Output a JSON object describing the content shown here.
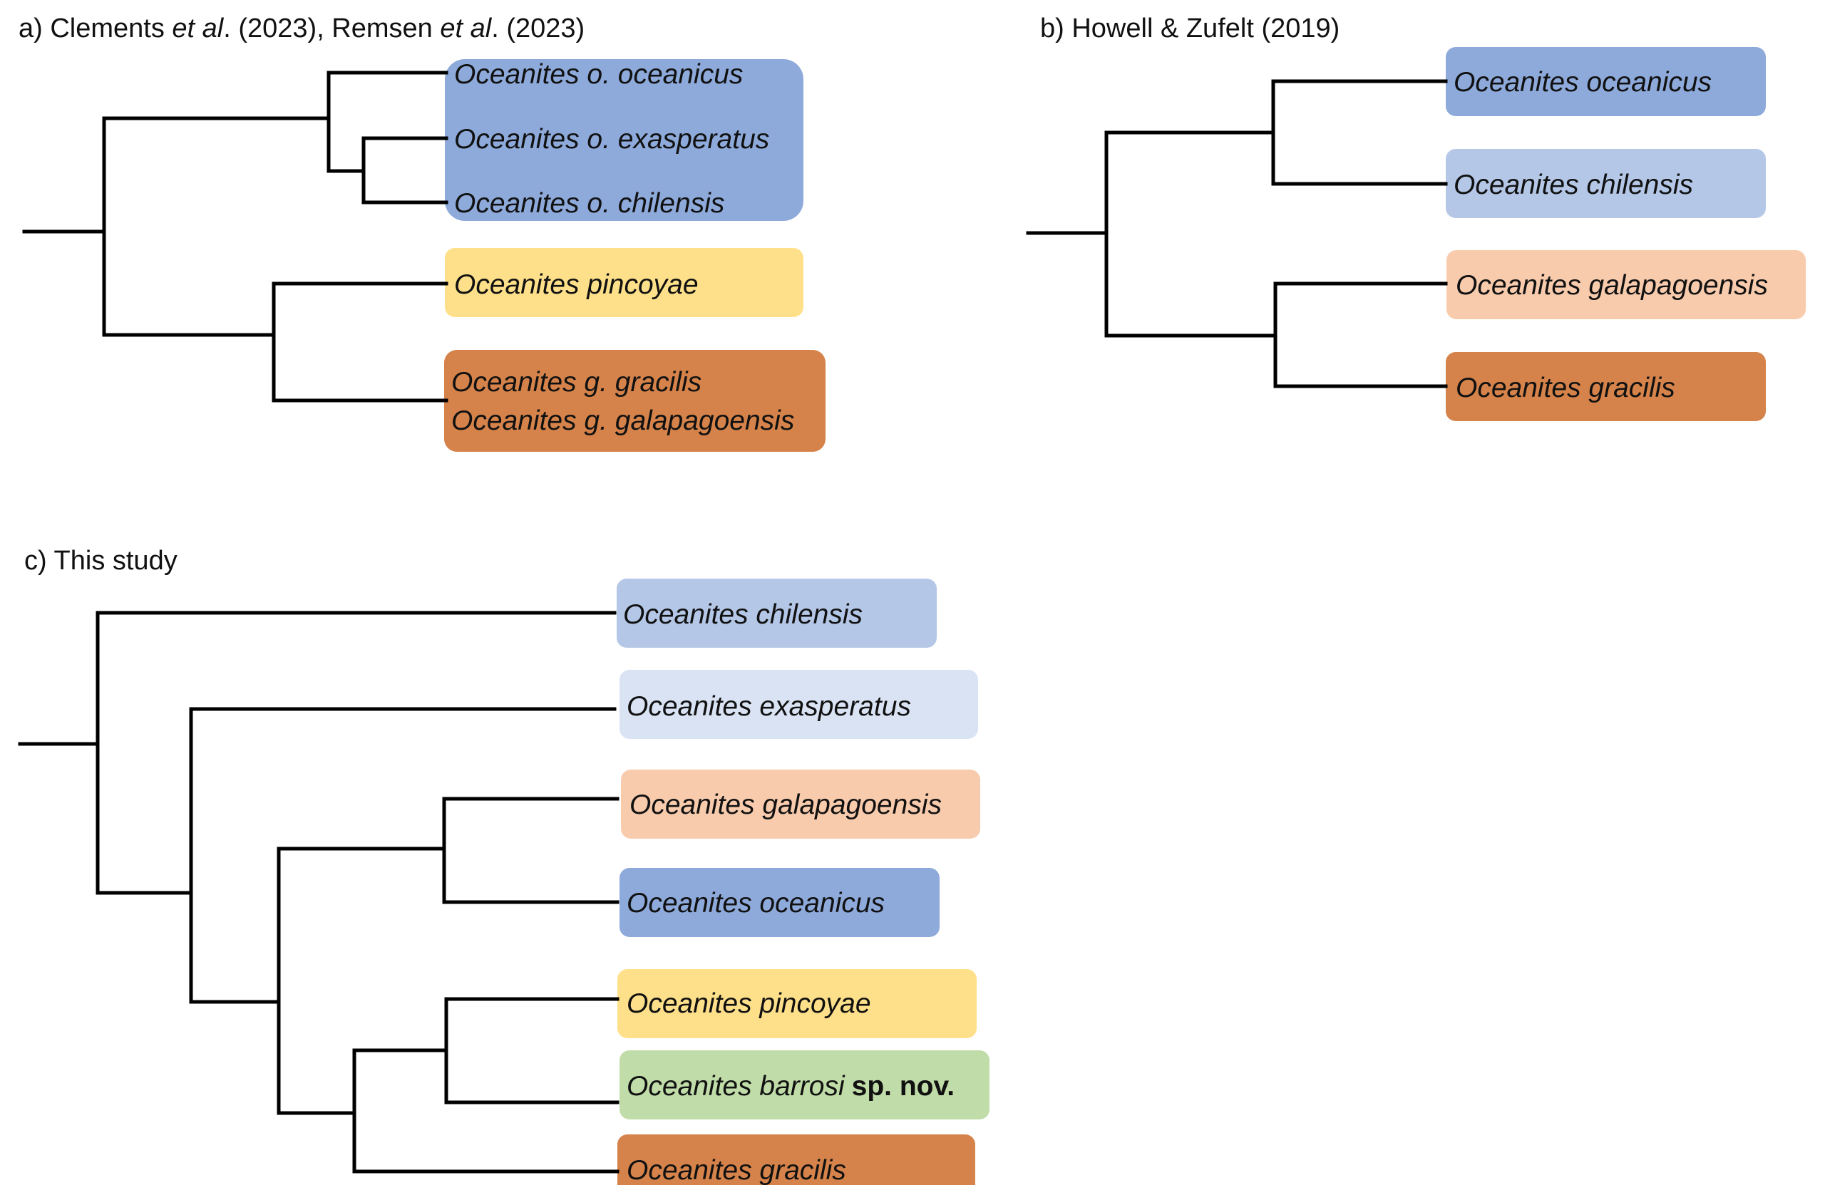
{
  "colors": {
    "oceanicus": "#8eaadb",
    "chilensis": "#b4c7e7",
    "exasperatus": "#dae3f3",
    "galapagoensis": "#f8cbad",
    "pincoyae": "#ffe08a",
    "gracilis": "#d5834a",
    "barrosi": "#c0dca8"
  },
  "panels": {
    "a": {
      "title_pre": "a) Clements ",
      "title_et1": "et al",
      "title_mid": ". (2023), Remsen ",
      "title_et2": "et al",
      "title_post": ". (2023)",
      "tips": {
        "o_oceanicus": "Oceanites o. oceanicus",
        "o_exasperatus": "Oceanites o. exasperatus",
        "o_chilensis": "Oceanites o. chilensis",
        "pincoyae": "Oceanites pincoyae",
        "g_gracilis": "Oceanites g. gracilis",
        "g_galapagoensis": "Oceanites g. galapagoensis"
      }
    },
    "b": {
      "title": "b) Howell & Zufelt (2019)",
      "tips": {
        "oceanicus": "Oceanites oceanicus",
        "chilensis": "Oceanites chilensis",
        "galapagoensis": "Oceanites galapagoensis",
        "gracilis": "Oceanites gracilis"
      }
    },
    "c": {
      "title": "c) This study",
      "tips": {
        "chilensis": "Oceanites chilensis",
        "exasperatus": "Oceanites exasperatus",
        "galapagoensis": "Oceanites galapagoensis",
        "oceanicus": "Oceanites oceanicus",
        "pincoyae": "Oceanites pincoyae",
        "barrosi_name": "Oceanites barrosi",
        "barrosi_suffix": "sp. nov.",
        "gracilis": "Oceanites gracilis"
      }
    }
  }
}
